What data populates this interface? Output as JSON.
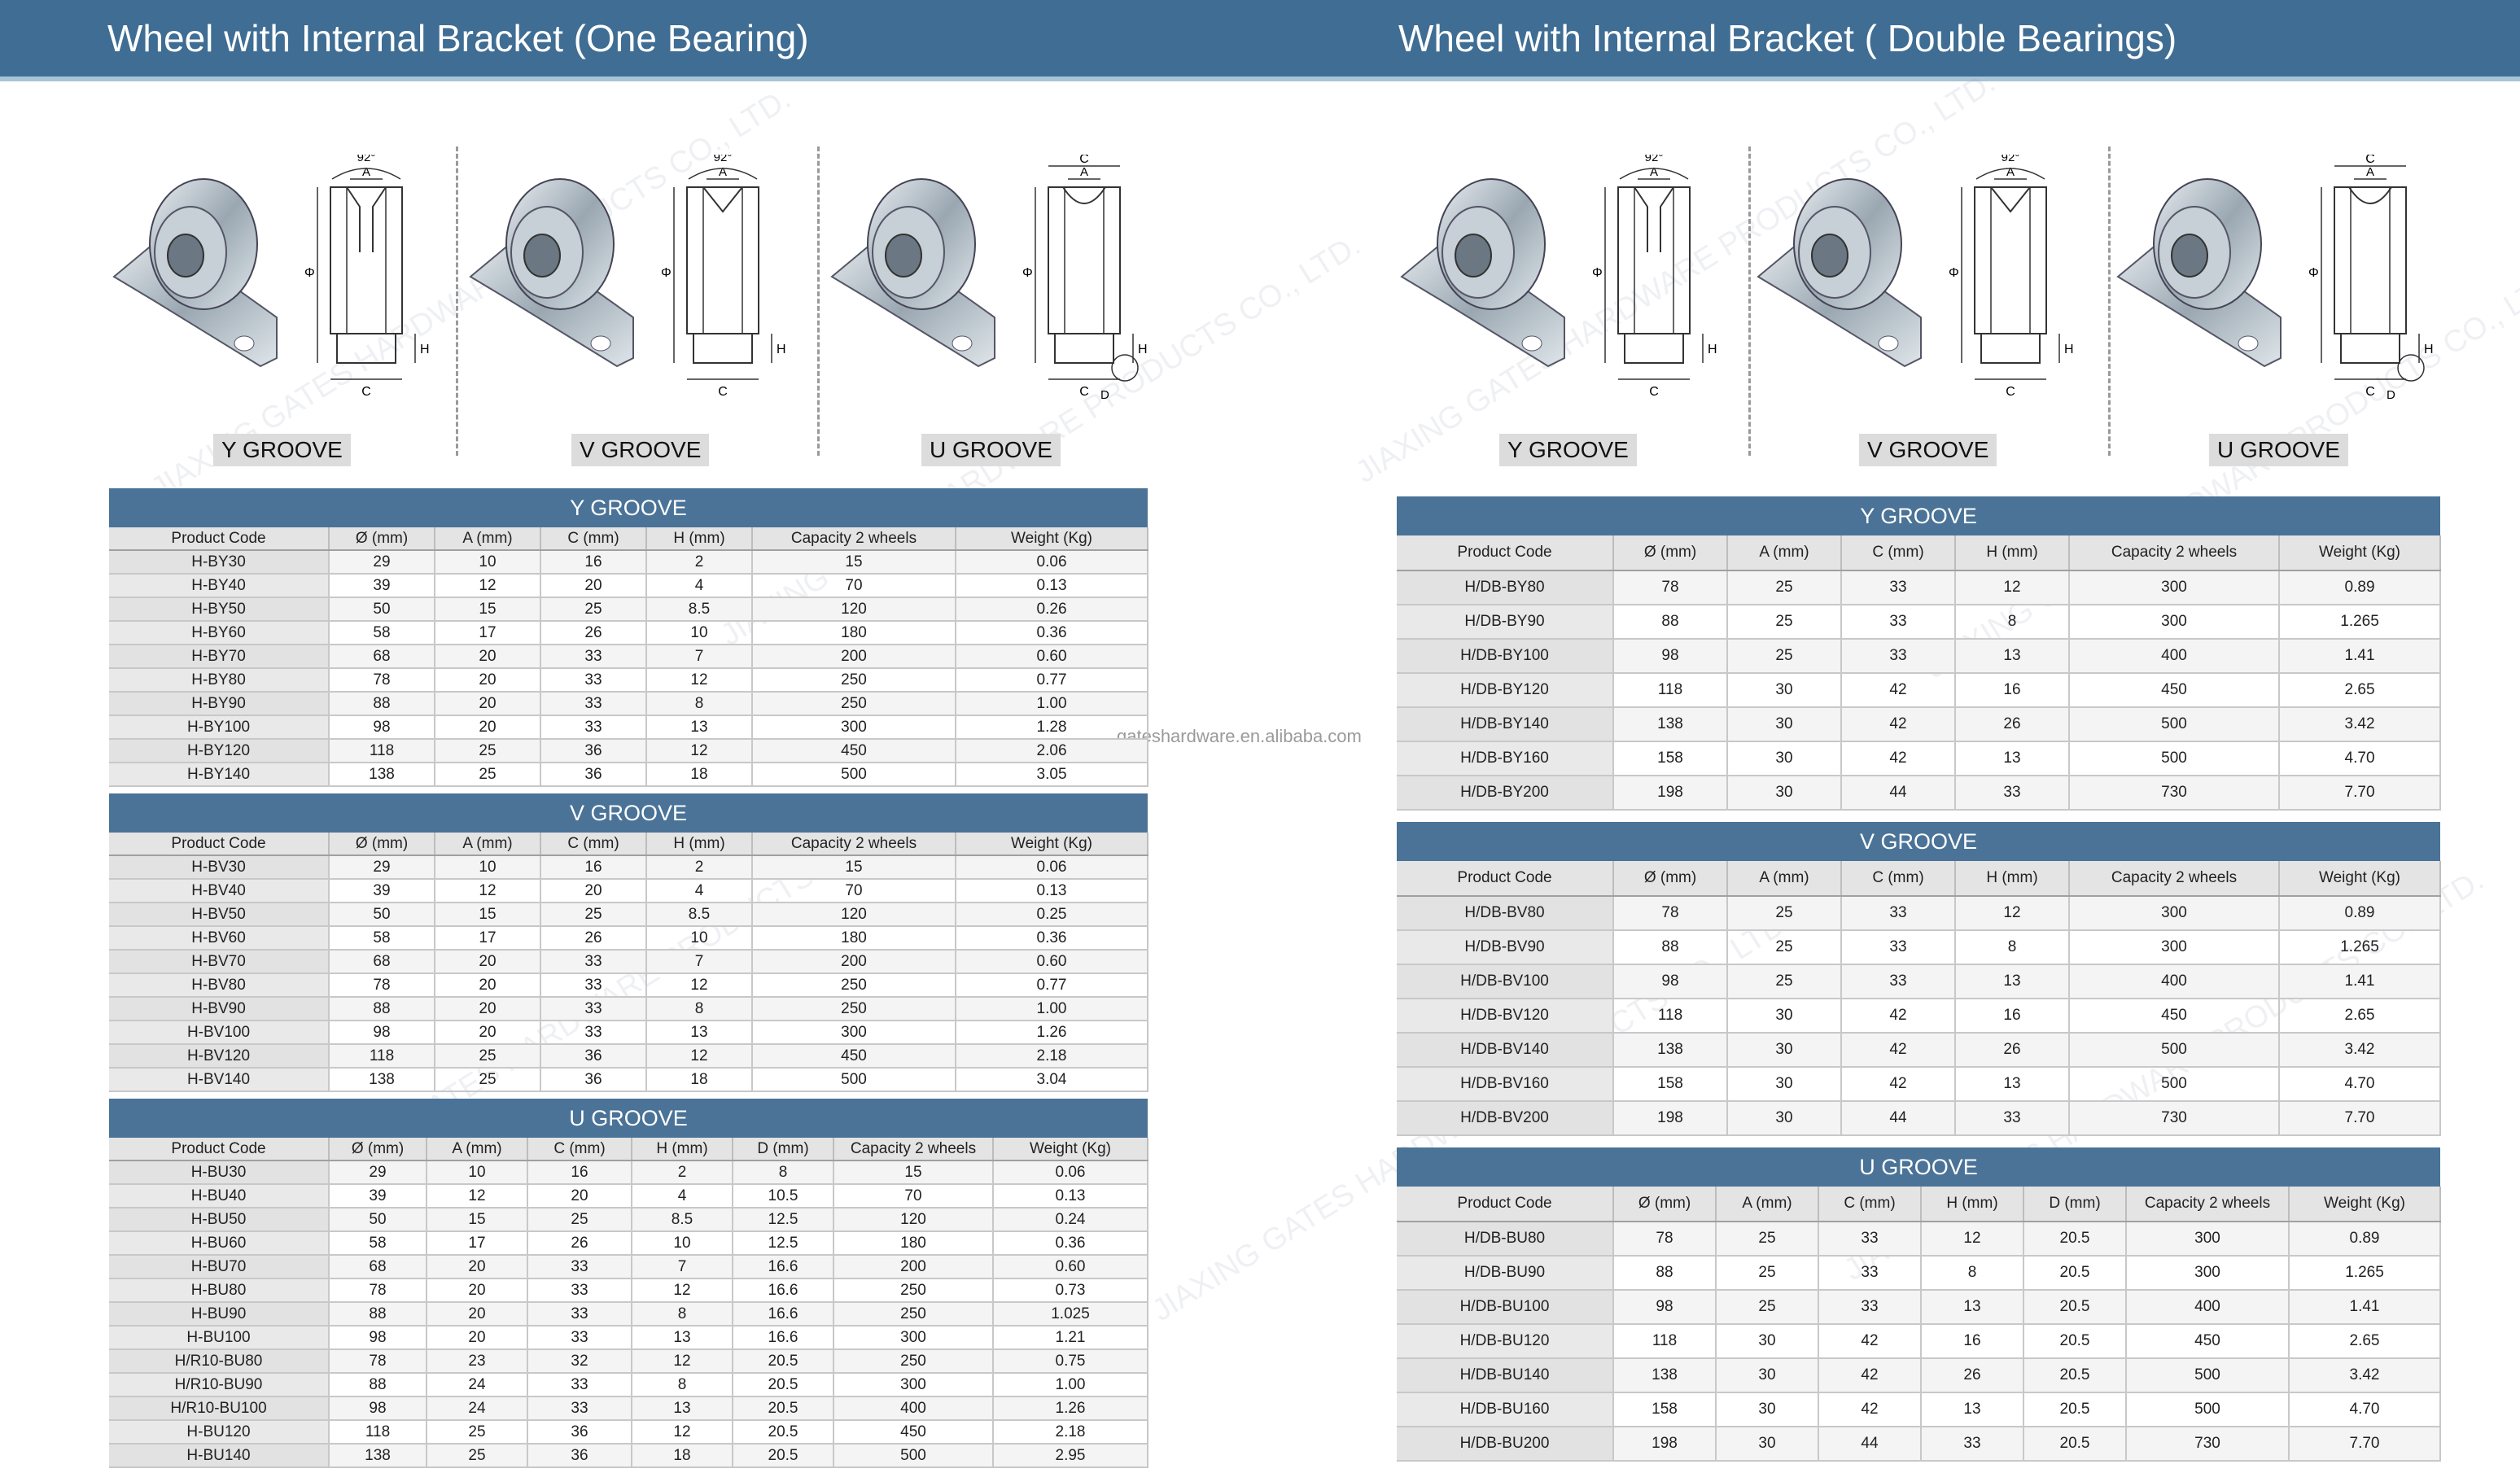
{
  "left_title": "Wheel with Internal Bracket (One Bearing)",
  "right_title": "Wheel with Internal Bracket ( Double Bearings)",
  "website": "gateshardware.en.alibaba.com",
  "watermark": "JIAXING GATES HARDWARE PRODUCTS CO., LTD.",
  "dimension_labels": {
    "angle": "92°",
    "a": "A",
    "c": "C",
    "h": "H",
    "dia": "Φ",
    "d": "D"
  },
  "groove_labels": [
    "Y GROOVE",
    "V GROOVE",
    "U GROOVE"
  ],
  "left_tables": {
    "y": {
      "caption": "Y GROOVE",
      "headers": [
        "Product Code",
        "Ø (mm)",
        "A (mm)",
        "C (mm)",
        "H (mm)",
        "Capacity 2 wheels",
        "Weight (Kg)"
      ],
      "rows": [
        [
          "H-BY30",
          "29",
          "10",
          "16",
          "2",
          "15",
          "0.06"
        ],
        [
          "H-BY40",
          "39",
          "12",
          "20",
          "4",
          "70",
          "0.13"
        ],
        [
          "H-BY50",
          "50",
          "15",
          "25",
          "8.5",
          "120",
          "0.26"
        ],
        [
          "H-BY60",
          "58",
          "17",
          "26",
          "10",
          "180",
          "0.36"
        ],
        [
          "H-BY70",
          "68",
          "20",
          "33",
          "7",
          "200",
          "0.60"
        ],
        [
          "H-BY80",
          "78",
          "20",
          "33",
          "12",
          "250",
          "0.77"
        ],
        [
          "H-BY90",
          "88",
          "20",
          "33",
          "8",
          "250",
          "1.00"
        ],
        [
          "H-BY100",
          "98",
          "20",
          "33",
          "13",
          "300",
          "1.28"
        ],
        [
          "H-BY120",
          "118",
          "25",
          "36",
          "12",
          "450",
          "2.06"
        ],
        [
          "H-BY140",
          "138",
          "25",
          "36",
          "18",
          "500",
          "3.05"
        ]
      ]
    },
    "v": {
      "caption": "V GROOVE",
      "headers": [
        "Product Code",
        "Ø (mm)",
        "A (mm)",
        "C (mm)",
        "H (mm)",
        "Capacity 2 wheels",
        "Weight (Kg)"
      ],
      "rows": [
        [
          "H-BV30",
          "29",
          "10",
          "16",
          "2",
          "15",
          "0.06"
        ],
        [
          "H-BV40",
          "39",
          "12",
          "20",
          "4",
          "70",
          "0.13"
        ],
        [
          "H-BV50",
          "50",
          "15",
          "25",
          "8.5",
          "120",
          "0.25"
        ],
        [
          "H-BV60",
          "58",
          "17",
          "26",
          "10",
          "180",
          "0.36"
        ],
        [
          "H-BV70",
          "68",
          "20",
          "33",
          "7",
          "200",
          "0.60"
        ],
        [
          "H-BV80",
          "78",
          "20",
          "33",
          "12",
          "250",
          "0.77"
        ],
        [
          "H-BV90",
          "88",
          "20",
          "33",
          "8",
          "250",
          "1.00"
        ],
        [
          "H-BV100",
          "98",
          "20",
          "33",
          "13",
          "300",
          "1.26"
        ],
        [
          "H-BV120",
          "118",
          "25",
          "36",
          "12",
          "450",
          "2.18"
        ],
        [
          "H-BV140",
          "138",
          "25",
          "36",
          "18",
          "500",
          "3.04"
        ]
      ]
    },
    "u": {
      "caption": "U GROOVE",
      "headers": [
        "Product Code",
        "Ø (mm)",
        "A (mm)",
        "C (mm)",
        "H (mm)",
        "D (mm)",
        "Capacity 2 wheels",
        "Weight (Kg)"
      ],
      "rows": [
        [
          "H-BU30",
          "29",
          "10",
          "16",
          "2",
          "8",
          "15",
          "0.06"
        ],
        [
          "H-BU40",
          "39",
          "12",
          "20",
          "4",
          "10.5",
          "70",
          "0.13"
        ],
        [
          "H-BU50",
          "50",
          "15",
          "25",
          "8.5",
          "12.5",
          "120",
          "0.24"
        ],
        [
          "H-BU60",
          "58",
          "17",
          "26",
          "10",
          "12.5",
          "180",
          "0.36"
        ],
        [
          "H-BU70",
          "68",
          "20",
          "33",
          "7",
          "16.6",
          "200",
          "0.60"
        ],
        [
          "H-BU80",
          "78",
          "20",
          "33",
          "12",
          "16.6",
          "250",
          "0.73"
        ],
        [
          "H-BU90",
          "88",
          "20",
          "33",
          "8",
          "16.6",
          "250",
          "1.025"
        ],
        [
          "H-BU100",
          "98",
          "20",
          "33",
          "13",
          "16.6",
          "300",
          "1.21"
        ],
        [
          "H/R10-BU80",
          "78",
          "23",
          "32",
          "12",
          "20.5",
          "250",
          "0.75"
        ],
        [
          "H/R10-BU90",
          "88",
          "24",
          "33",
          "8",
          "20.5",
          "300",
          "1.00"
        ],
        [
          "H/R10-BU100",
          "98",
          "24",
          "33",
          "13",
          "20.5",
          "400",
          "1.26"
        ],
        [
          "H-BU120",
          "118",
          "25",
          "36",
          "12",
          "20.5",
          "450",
          "2.18"
        ],
        [
          "H-BU140",
          "138",
          "25",
          "36",
          "18",
          "20.5",
          "500",
          "2.95"
        ]
      ]
    }
  },
  "right_tables": {
    "y": {
      "caption": "Y GROOVE",
      "headers": [
        "Product Code",
        "Ø (mm)",
        "A (mm)",
        "C (mm)",
        "H (mm)",
        "Capacity 2 wheels",
        "Weight (Kg)"
      ],
      "rows": [
        [
          "H/DB-BY80",
          "78",
          "25",
          "33",
          "12",
          "300",
          "0.89"
        ],
        [
          "H/DB-BY90",
          "88",
          "25",
          "33",
          "8",
          "300",
          "1.265"
        ],
        [
          "H/DB-BY100",
          "98",
          "25",
          "33",
          "13",
          "400",
          "1.41"
        ],
        [
          "H/DB-BY120",
          "118",
          "30",
          "42",
          "16",
          "450",
          "2.65"
        ],
        [
          "H/DB-BY140",
          "138",
          "30",
          "42",
          "26",
          "500",
          "3.42"
        ],
        [
          "H/DB-BY160",
          "158",
          "30",
          "42",
          "13",
          "500",
          "4.70"
        ],
        [
          "H/DB-BY200",
          "198",
          "30",
          "44",
          "33",
          "730",
          "7.70"
        ]
      ]
    },
    "v": {
      "caption": "V GROOVE",
      "headers": [
        "Product Code",
        "Ø (mm)",
        "A (mm)",
        "C (mm)",
        "H (mm)",
        "Capacity 2 wheels",
        "Weight (Kg)"
      ],
      "rows": [
        [
          "H/DB-BV80",
          "78",
          "25",
          "33",
          "12",
          "300",
          "0.89"
        ],
        [
          "H/DB-BV90",
          "88",
          "25",
          "33",
          "8",
          "300",
          "1.265"
        ],
        [
          "H/DB-BV100",
          "98",
          "25",
          "33",
          "13",
          "400",
          "1.41"
        ],
        [
          "H/DB-BV120",
          "118",
          "30",
          "42",
          "16",
          "450",
          "2.65"
        ],
        [
          "H/DB-BV140",
          "138",
          "30",
          "42",
          "26",
          "500",
          "3.42"
        ],
        [
          "H/DB-BV160",
          "158",
          "30",
          "42",
          "13",
          "500",
          "4.70"
        ],
        [
          "H/DB-BV200",
          "198",
          "30",
          "44",
          "33",
          "730",
          "7.70"
        ]
      ]
    },
    "u": {
      "caption": "U GROOVE",
      "headers": [
        "Product Code",
        "Ø (mm)",
        "A (mm)",
        "C (mm)",
        "H (mm)",
        "D (mm)",
        "Capacity 2 wheels",
        "Weight (Kg)"
      ],
      "rows": [
        [
          "H/DB-BU80",
          "78",
          "25",
          "33",
          "12",
          "20.5",
          "300",
          "0.89"
        ],
        [
          "H/DB-BU90",
          "88",
          "25",
          "33",
          "8",
          "20.5",
          "300",
          "1.265"
        ],
        [
          "H/DB-BU100",
          "98",
          "25",
          "33",
          "13",
          "20.5",
          "400",
          "1.41"
        ],
        [
          "H/DB-BU120",
          "118",
          "30",
          "42",
          "16",
          "20.5",
          "450",
          "2.65"
        ],
        [
          "H/DB-BU140",
          "138",
          "30",
          "42",
          "26",
          "20.5",
          "500",
          "3.42"
        ],
        [
          "H/DB-BU160",
          "158",
          "30",
          "42",
          "13",
          "20.5",
          "500",
          "4.70"
        ],
        [
          "H/DB-BU200",
          "198",
          "30",
          "44",
          "33",
          "20.5",
          "730",
          "7.70"
        ]
      ]
    }
  }
}
